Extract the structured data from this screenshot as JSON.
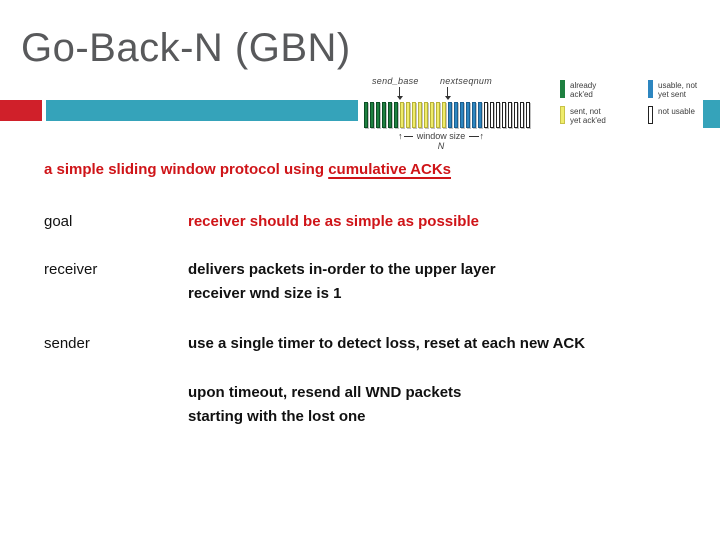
{
  "slide": {
    "title": "Go-Back-N (GBN)",
    "colors": {
      "accent_red": "#d0202a",
      "accent_teal": "#35a3ba",
      "title_gray": "#58595b",
      "text_red": "#cf1418",
      "text_black": "#111111"
    }
  },
  "diagram": {
    "labels": {
      "send_base": "send_base",
      "nextseqnum": "nextseqnum",
      "window_size": "window size",
      "n": "N"
    },
    "bar_groups": [
      {
        "kind": "already-acked",
        "count": 6,
        "color": "#1e8040",
        "border": "#0d4f25"
      },
      {
        "kind": "sent-not-acked",
        "count": 8,
        "color": "#efec6a",
        "border": "#b8b23a"
      },
      {
        "kind": "usable-not-sent",
        "count": 6,
        "color": "#2d86c0",
        "border": "#1c5e8d"
      },
      {
        "kind": "not-usable",
        "count": 8,
        "color": "#ffffff",
        "border": "#222222"
      }
    ],
    "legend": [
      {
        "label": "already\nack'ed",
        "color": "#1e8040",
        "border": "#1e8040"
      },
      {
        "label": "sent, not\nyet ack'ed",
        "color": "#efec6a",
        "border": "#c8c248"
      },
      {
        "label": "usable, not\nyet sent",
        "color": "#2d86c0",
        "border": "#2d86c0"
      },
      {
        "label": "not usable",
        "color": "#ffffff",
        "border": "#222222"
      }
    ]
  },
  "content": {
    "intro_prefix": "a simple sliding window protocol using ",
    "intro_underlined": "cumulative ACKs",
    "rows": [
      {
        "label": "goal",
        "lines": [
          "receiver should be as simple as possible"
        ],
        "color": "#cf1418"
      },
      {
        "label": "receiver",
        "lines": [
          "delivers packets in-order to the upper layer",
          "receiver wnd size is 1"
        ],
        "color": "#111111"
      },
      {
        "label": "sender",
        "lines": [
          "use a single timer to detect loss, reset at each new ACK"
        ],
        "color": "#111111"
      },
      {
        "label": "",
        "lines": [
          "upon timeout, resend all WND packets",
          "starting with the lost one"
        ],
        "color": "#111111"
      }
    ]
  }
}
